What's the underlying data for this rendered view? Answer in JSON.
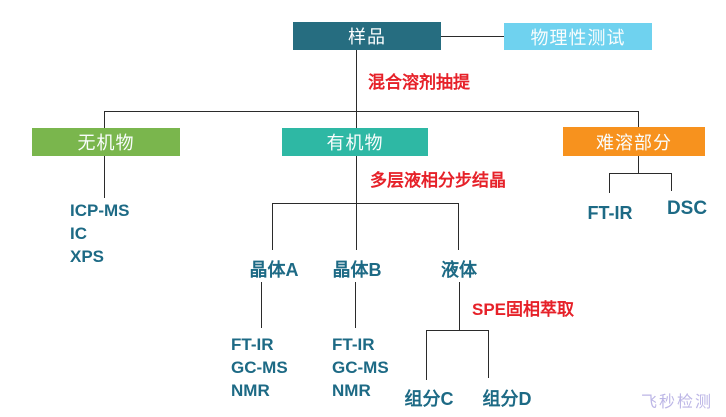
{
  "nodes": {
    "sample": "样品",
    "physical_test": "物理性测试",
    "inorganic": "无机物",
    "organic": "有机物",
    "insoluble": "难溶部分",
    "crystal_a": "晶体A",
    "crystal_b": "晶体B",
    "liquid": "液体",
    "fraction_c": "组分C",
    "fraction_d": "组分D"
  },
  "process_labels": {
    "extraction": "混合溶剂抽提",
    "crystallization": "多层液相分步结晶",
    "spe": "SPE固相萃取"
  },
  "methods": {
    "inorganic": [
      "ICP-MS",
      "IC",
      "XPS"
    ],
    "crystal_a": [
      "FT-IR",
      "GC-MS",
      "NMR"
    ],
    "crystal_b": [
      "FT-IR",
      "GC-MS",
      "NMR"
    ],
    "insoluble": [
      "FT-IR",
      "DSC"
    ]
  },
  "watermark": "飞秒检测",
  "colors": {
    "sample_box": "#266d80",
    "physical_test_box": "#6fd2ef",
    "inorganic_box": "#7ab64d",
    "organic_box": "#2eb8a4",
    "insoluble_box": "#f7921e",
    "process_label_text": "#e62129",
    "node_text": "#1d6a85",
    "connector": "#2b2b2b",
    "watermark_text": "#bcb6e6"
  }
}
